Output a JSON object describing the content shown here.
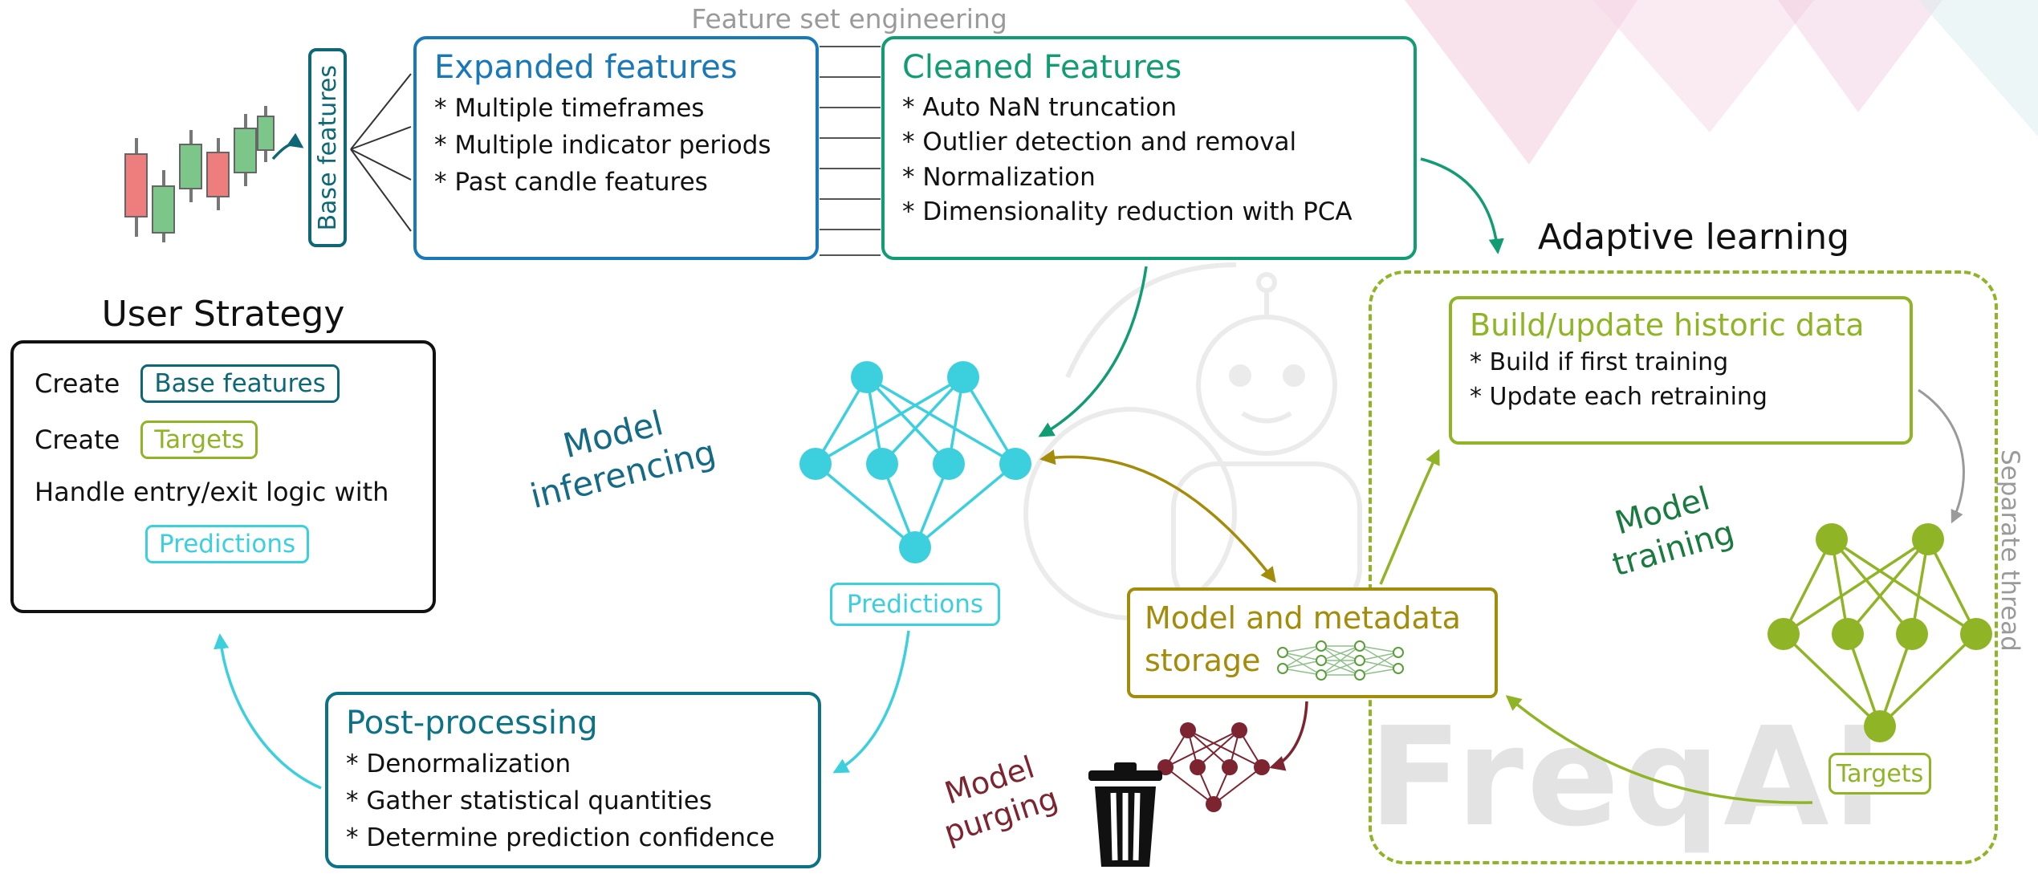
{
  "colors": {
    "blue": "#1878b8",
    "teal": "#0d6775",
    "green": "#129c74",
    "cyan": "#3ccfdd",
    "olive": "#8fb426",
    "dark_yellow": "#a38c0a",
    "dark_red": "#7c2430",
    "dark_green": "#1a7a40",
    "gray_label": "#9a9a9a",
    "candle_red": "#ee7e7e",
    "candle_green": "#7cc68a"
  },
  "header": {
    "feature_set_engineering": "Feature set engineering"
  },
  "pipeline": {
    "base_features_label": "Base features",
    "expanded_features": {
      "title": "Expanded features",
      "items": [
        "* Multiple timeframes",
        "* Multiple indicator periods",
        "* Past candle features"
      ]
    },
    "cleaned_features": {
      "title": "Cleaned Features",
      "items": [
        "* Auto NaN truncation",
        "* Outlier detection and removal",
        "* Normalization",
        "* Dimensionality reduction with PCA"
      ]
    }
  },
  "user_strategy": {
    "title": "User Strategy",
    "create_label": "Create",
    "base_features_tag": "Base features",
    "targets_tag": "Targets",
    "handle_line": "Handle entry/exit logic with",
    "predictions_tag": "Predictions"
  },
  "inference": {
    "model_inferencing_label": "Model inferencing",
    "predictions_tag": "Predictions",
    "post_processing": {
      "title": "Post-processing",
      "items": [
        "* Denormalization",
        "* Gather statistical quantities",
        "* Determine prediction confidence"
      ]
    }
  },
  "storage": {
    "title_line1": "Model and metadata",
    "title_line2": "storage"
  },
  "adaptive": {
    "title": "Adaptive learning",
    "build_update": {
      "title": "Build/update historic data",
      "items": [
        "* Build if first training",
        "* Update each retraining"
      ]
    },
    "model_training_label": "Model training",
    "targets_tag": "Targets",
    "separate_thread_label": "Separate thread"
  },
  "purging": {
    "model_purging_label": "Model purging"
  },
  "watermark_text": "FreqAI"
}
